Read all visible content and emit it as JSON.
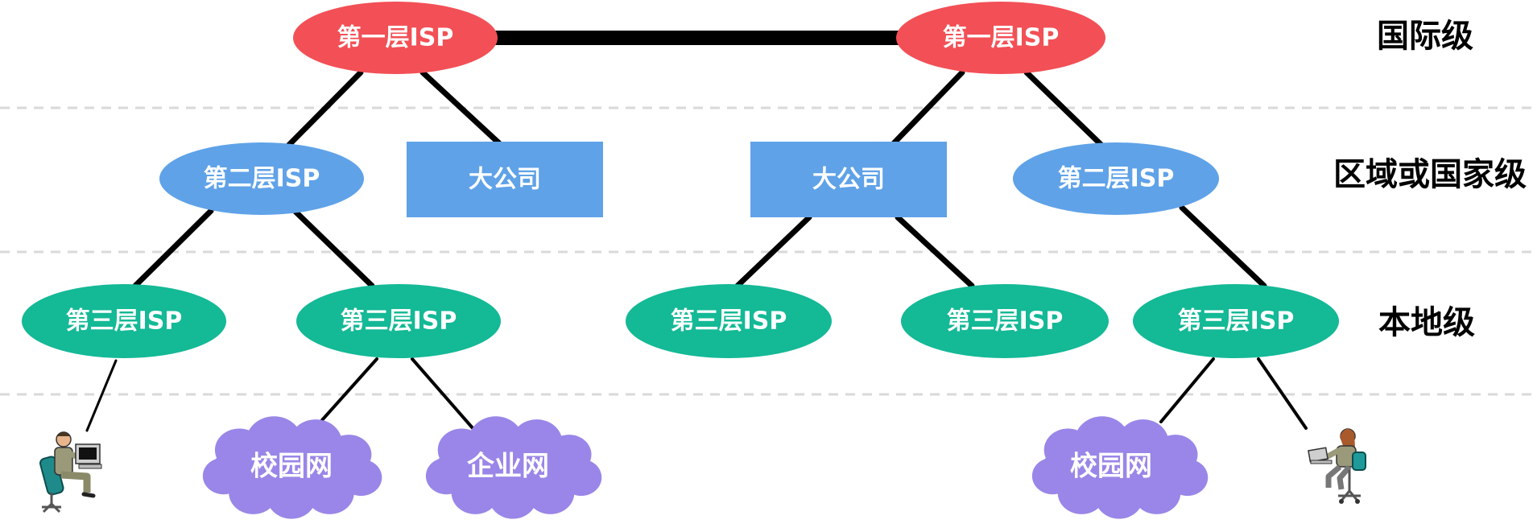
{
  "colors": {
    "tier1": "#f25056",
    "tier2": "#5fa2e8",
    "tier3": "#14b996",
    "cloud": "#9a86e8",
    "line": "#000000",
    "divider": "#d9d9d9"
  },
  "levels": {
    "international": "国际级",
    "regional": "区域或国家级",
    "local": "本地级"
  },
  "nodes": {
    "tier1_left": "第一层ISP",
    "tier1_right": "第一层ISP",
    "tier2_left": "第二层ISP",
    "big_company_left": "大公司",
    "big_company_right": "大公司",
    "tier2_right": "第二层ISP",
    "tier3_1": "第三层ISP",
    "tier3_2": "第三层ISP",
    "tier3_3": "第三层ISP",
    "tier3_4": "第三层ISP",
    "tier3_5": "第三层ISP"
  },
  "clouds": {
    "campus_left": "校园网",
    "enterprise": "企业网",
    "campus_right": "校园网"
  },
  "icons": {
    "user_left": "person-at-desktop-computer-icon",
    "user_right": "person-at-laptop-icon"
  }
}
